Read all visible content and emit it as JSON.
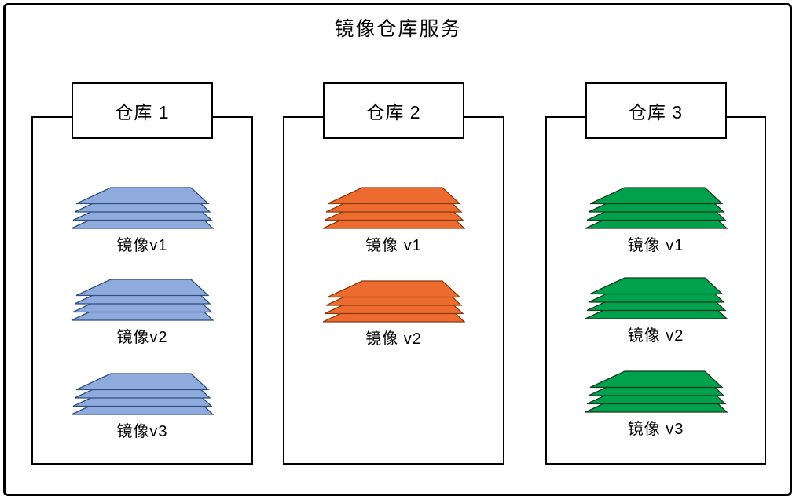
{
  "title": "镜像仓库服务",
  "border_color": "#000000",
  "repos": [
    {
      "label": "仓库 1",
      "color_name": "blue",
      "fill": "#8FAADC",
      "stroke": "#2F4E7D",
      "images": [
        "镜像v1",
        "镜像v2",
        "镜像v3"
      ]
    },
    {
      "label": "仓库 2",
      "color_name": "orange",
      "fill": "#EE6B2F",
      "stroke": "#873B10",
      "images": [
        "镜像 v1",
        "镜像 v2"
      ]
    },
    {
      "label": "仓库 3",
      "color_name": "green",
      "fill": "#00A14C",
      "stroke": "#16391F",
      "images": [
        "镜像 v1",
        "镜像 v2",
        "镜像 v3"
      ]
    }
  ]
}
